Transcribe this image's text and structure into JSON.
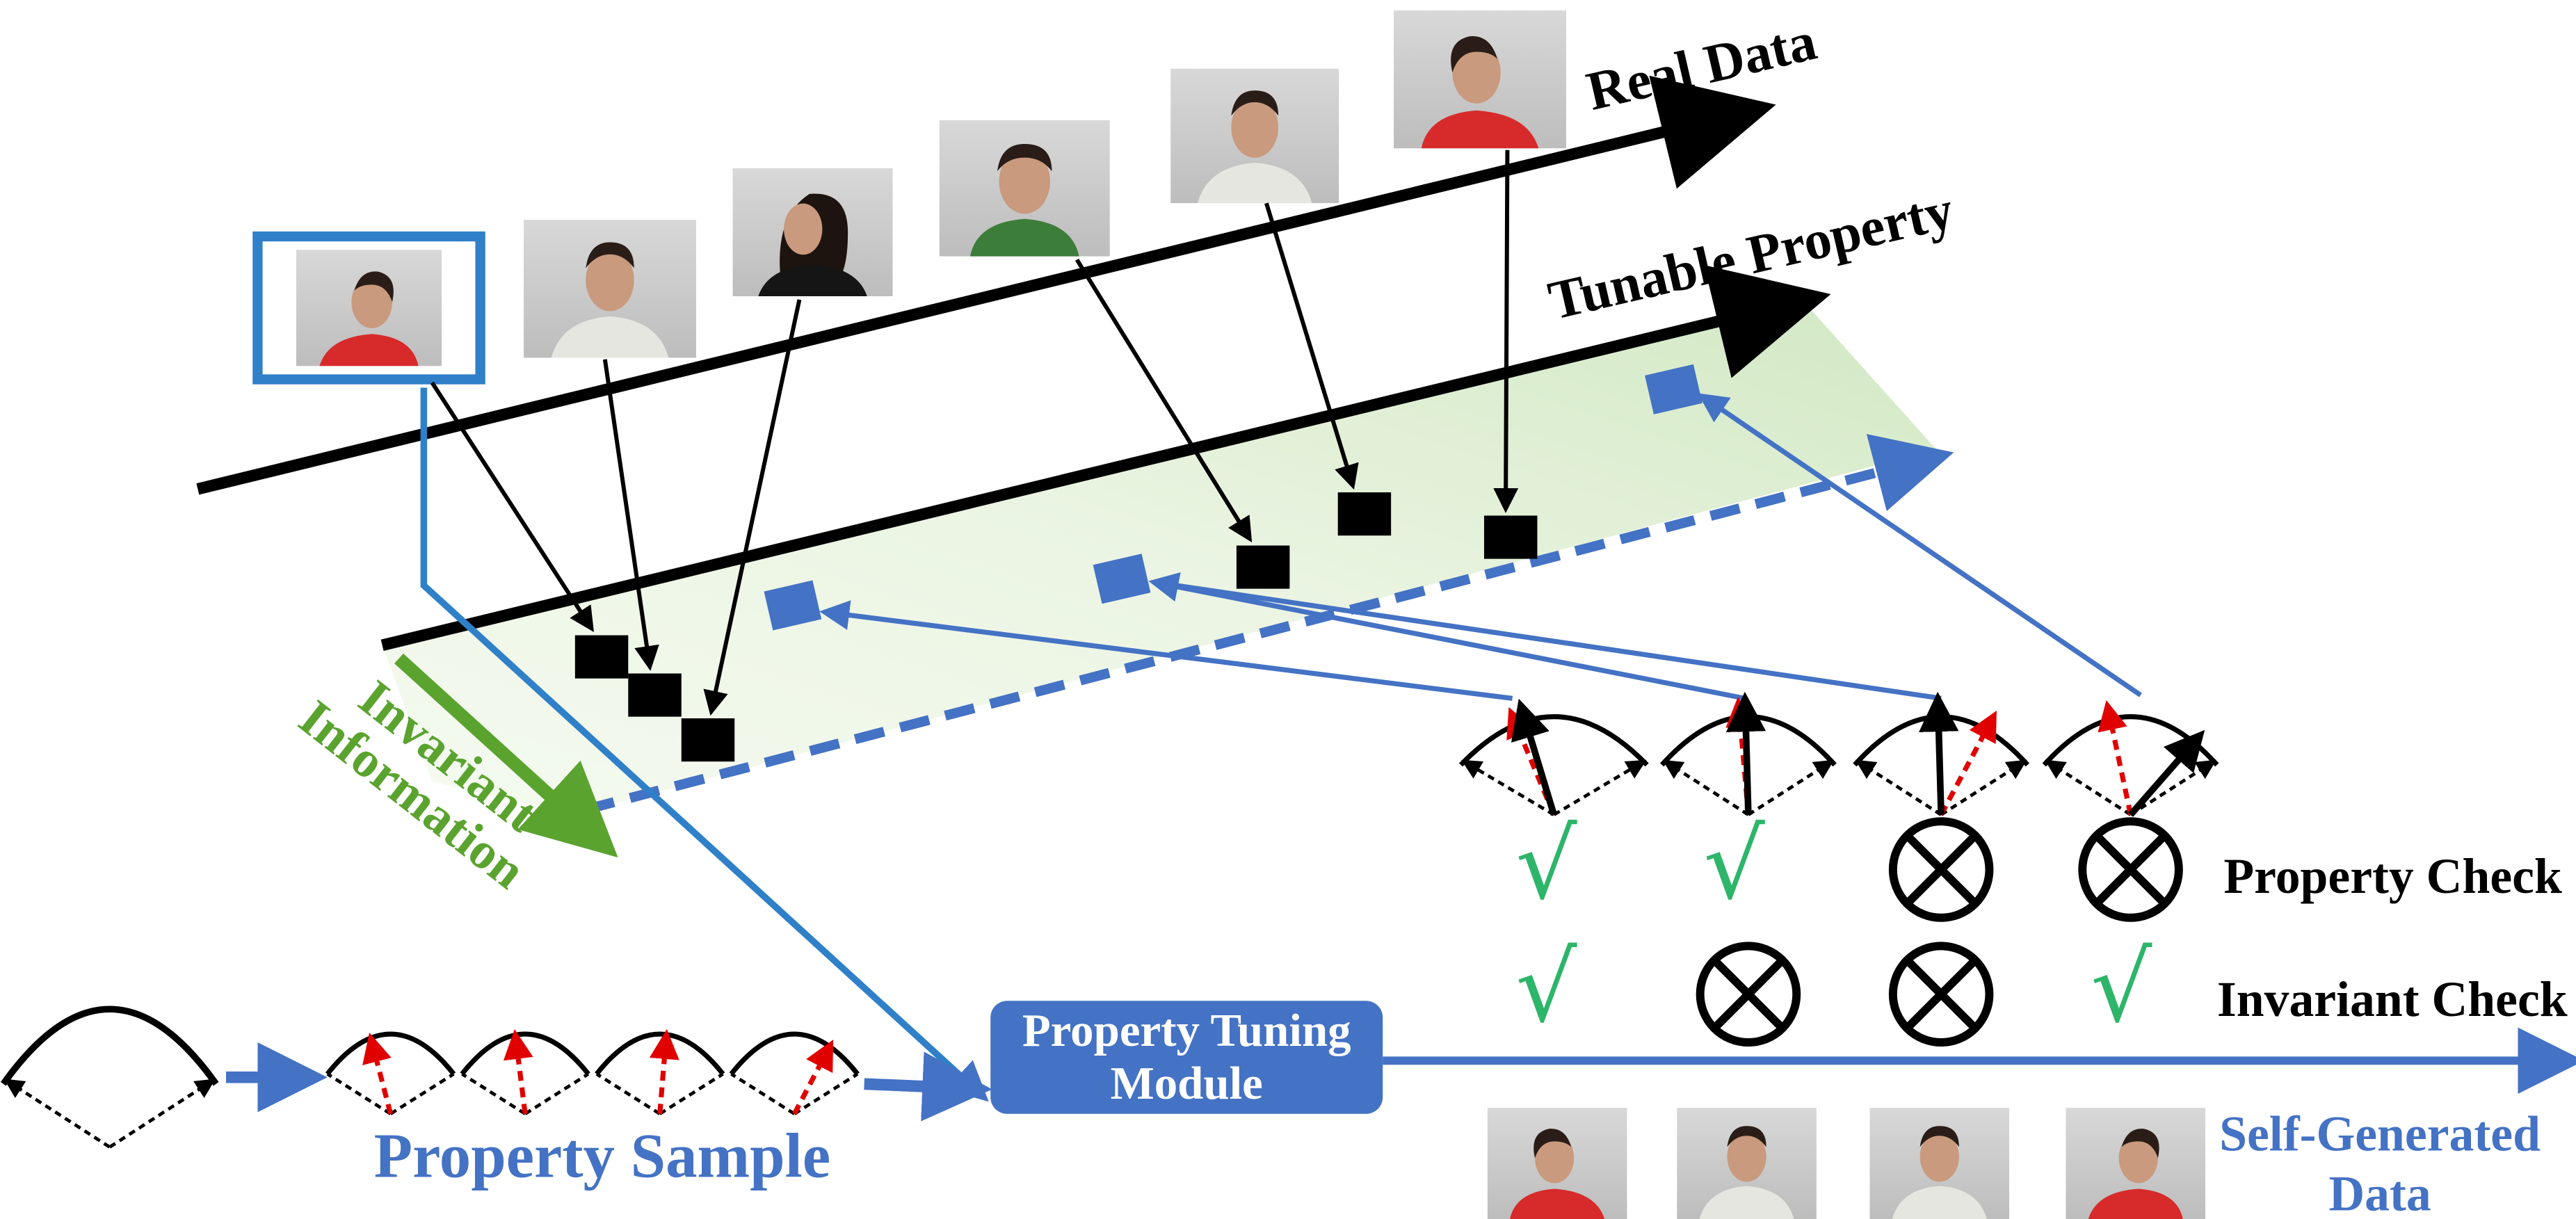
{
  "labels": {
    "real_data": "Real Data",
    "tunable_property": "Tunable Property",
    "invariant_line1": "Invariant",
    "invariant_line2": "Information",
    "property_check": "Property Check",
    "invariant_check": "Invariant Check",
    "module_line1": "Property Tuning",
    "module_line2": "Module",
    "property_sample": "Property Sample",
    "selfgen_line1": "Self-Generated",
    "selfgen_line2": "Data"
  },
  "checks": {
    "property": [
      "pass",
      "pass",
      "fail",
      "fail"
    ],
    "invariant": [
      "pass",
      "fail",
      "fail",
      "pass"
    ]
  },
  "colors": {
    "accent_blue": "#4472c4",
    "blue_line": "#2f80c8",
    "check_green": "#2db56a",
    "invariant_green": "#5aa32f",
    "arrow_red": "#e00000",
    "band_green": "#cfe7c0",
    "module_fill": "#4472c4",
    "module_text": "#ffffff",
    "selfgen_text": "#4472c4",
    "black": "#000000"
  },
  "icons": {
    "pass": "check-mark-icon",
    "fail": "crossed-circle-icon",
    "face": "face-photo-icon"
  }
}
